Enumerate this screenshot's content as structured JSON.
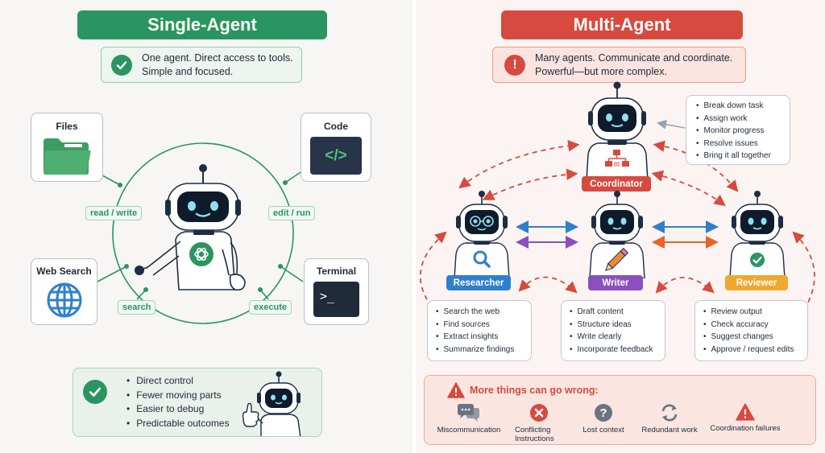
{
  "single": {
    "title": "Single-Agent",
    "summary_line1": "One agent. Direct access to tools.",
    "summary_line2": "Simple and focused.",
    "tools": {
      "files": "Files",
      "code": "Code",
      "web_search": "Web Search",
      "terminal": "Terminal"
    },
    "edges": {
      "files": "read / write",
      "code": "edit / run",
      "web_search": "search",
      "terminal": "execute"
    },
    "terminal_prompt": ">_",
    "code_glyph": "</>",
    "pros": [
      "Direct control",
      "Fewer moving parts",
      "Easier to debug",
      "Predictable outcomes"
    ]
  },
  "multi": {
    "title": "Multi-Agent",
    "summary_line1": "Many agents. Communicate and coordinate.",
    "summary_line2": "Powerful—but more complex.",
    "coordinator": {
      "label": "Coordinator",
      "duties": [
        "Break down task",
        "Assign work",
        "Monitor progress",
        "Resolve issues",
        "Bring it all together"
      ]
    },
    "agents": [
      {
        "label": "Researcher",
        "color": "#2f7fd0",
        "tasks": [
          "Search the web",
          "Find sources",
          "Extract insights",
          "Summarize findings"
        ]
      },
      {
        "label": "Writer",
        "color": "#8a4fc0",
        "tasks": [
          "Draft content",
          "Structure ideas",
          "Write clearly",
          "Incorporate feedback"
        ]
      },
      {
        "label": "Reviewer",
        "color": "#f0a830",
        "tasks": [
          "Review output",
          "Check accuracy",
          "Suggest changes",
          "Approve / request edits"
        ]
      }
    ],
    "risks": {
      "title": "More things can go wrong:",
      "items": [
        {
          "label": "Miscommunication",
          "icon": "chat-bubbles-icon"
        },
        {
          "label": "Conflicting Instructions",
          "icon": "x-circle-icon"
        },
        {
          "label": "Lost context",
          "icon": "question-circle-icon"
        },
        {
          "label": "Redundant work",
          "icon": "refresh-icon"
        },
        {
          "label": "Coordination failures",
          "icon": "warning-icon"
        }
      ]
    }
  },
  "colors": {
    "green": "#2a9560",
    "red": "#d64a3f",
    "blue": "#2f7fd0",
    "purple": "#8a4fc0",
    "orange": "#e8622a",
    "amber": "#f0a830",
    "navy": "#1c2d44"
  }
}
